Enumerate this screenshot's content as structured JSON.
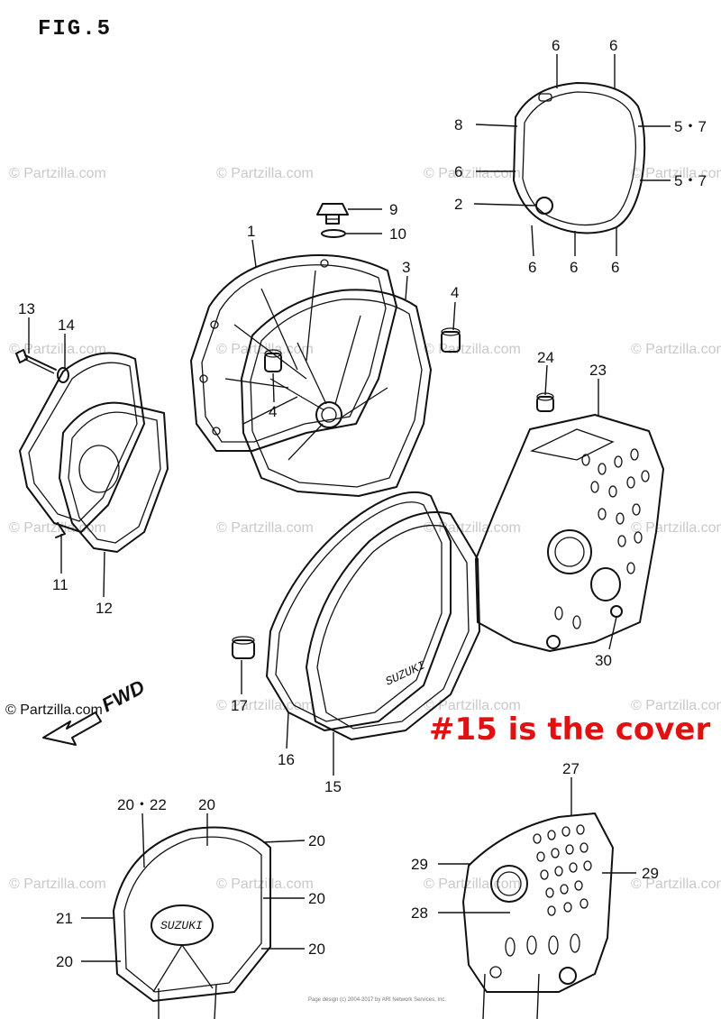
{
  "figure_title": "FIG.5",
  "annotation": "#15 is the cover",
  "watermark_text": "© Partzilla.com",
  "fwd_label": "FWD",
  "brand_text": "SUZUKI",
  "footer_line1": "Page design (c) 2004-2017 by ARI Network Services, Inc.",
  "footer_line2": "",
  "callout_labels": {
    "c_6a": "6",
    "c_6b": "6",
    "c_8": "8",
    "c_57a": "5・7",
    "c_6c": "6",
    "c_57b": "5・7",
    "c_2": "2",
    "c_6d": "6",
    "c_6e": "6",
    "c_6f": "6",
    "c_9": "9",
    "c_10": "10",
    "c_1": "1",
    "c_3": "3",
    "c_4a": "4",
    "c_13": "13",
    "c_14": "14",
    "c_4b": "4",
    "c_24": "24",
    "c_23": "23",
    "c_11": "11",
    "c_12": "12",
    "c_30": "30",
    "c_17": "17",
    "c_16": "16",
    "c_15": "15",
    "c_27": "27",
    "c_2022": "20・22",
    "c_20a": "20",
    "c_20b": "20",
    "c_20c": "20",
    "c_21": "21",
    "c_20d": "20",
    "c_20e": "20",
    "c_29a": "29",
    "c_29b": "29",
    "c_28": "28"
  },
  "colors": {
    "annotation": "#e21010",
    "ink": "#111111",
    "watermark": "#c9c9c9"
  },
  "icons": {
    "fwd_arrow": "fwd-arrow-icon"
  }
}
